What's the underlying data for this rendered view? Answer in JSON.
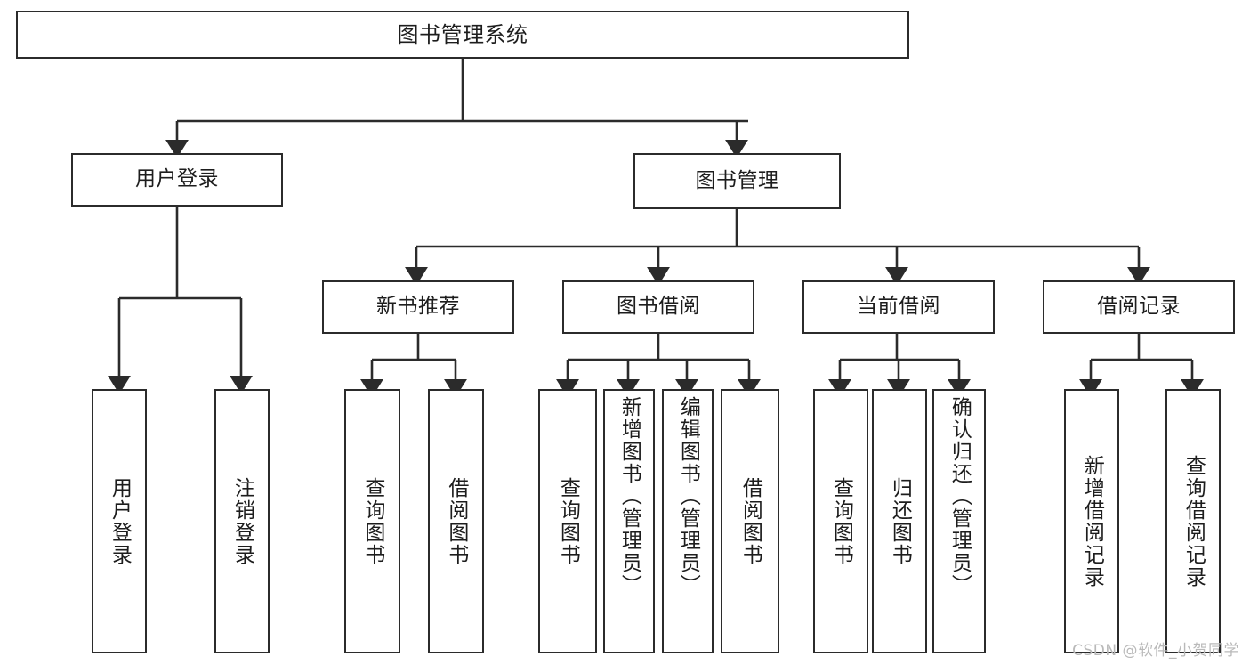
{
  "diagram": {
    "title": "图书管理系统",
    "type": "hierarchy-tree",
    "orientation": "top-down",
    "colors": {
      "box_border": "#2b2b2b",
      "box_fill": "#ffffff",
      "connector": "#2b2b2b",
      "text": "#1d1d1d",
      "background": "#ffffff",
      "watermark": "#b9b9b9"
    },
    "root": {
      "label": "图书管理系统"
    },
    "level1": [
      {
        "label": "用户登录"
      },
      {
        "label": "图书管理"
      }
    ],
    "level2": [
      {
        "label": "新书推荐"
      },
      {
        "label": "图书借阅"
      },
      {
        "label": "当前借阅"
      },
      {
        "label": "借阅记录"
      }
    ],
    "leaves": [
      {
        "label": "用户登录",
        "parent": "用户登录"
      },
      {
        "label": "注销登录",
        "parent": "用户登录"
      },
      {
        "label": "查询图书",
        "parent": "新书推荐"
      },
      {
        "label": "借阅图书",
        "parent": "新书推荐"
      },
      {
        "label": "查询图书",
        "parent": "图书借阅"
      },
      {
        "label": "新增图书（管理员）",
        "parent": "图书借阅"
      },
      {
        "label": "编辑图书（管理员）",
        "parent": "图书借阅"
      },
      {
        "label": "借阅图书",
        "parent": "图书借阅"
      },
      {
        "label": "查询图书",
        "parent": "当前借阅"
      },
      {
        "label": "归还图书",
        "parent": "当前借阅"
      },
      {
        "label": "确认归还（管理员）",
        "parent": "当前借阅"
      },
      {
        "label": "新增借阅记录",
        "parent": "借阅记录"
      },
      {
        "label": "查询借阅记录",
        "parent": "借阅记录"
      }
    ]
  },
  "watermark": {
    "text": "CSDN @软件_小贺同学"
  }
}
